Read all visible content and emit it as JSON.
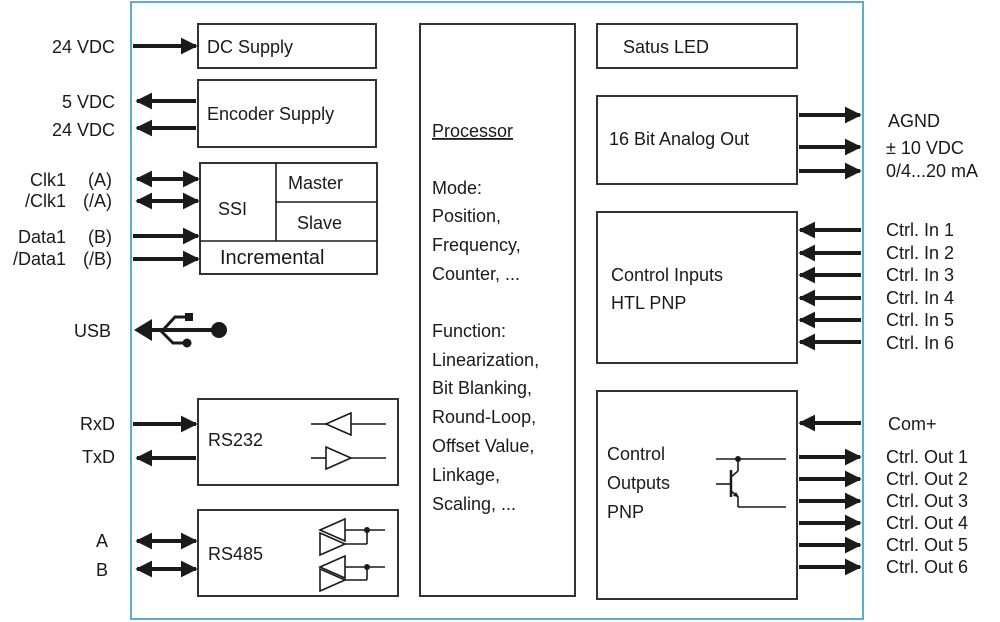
{
  "colors": {
    "frame": "#5aaecc",
    "line": "#1a1a1a",
    "box_border": "#333333"
  },
  "inputs_left": {
    "power_24vdc": "24 VDC",
    "encoder_5vdc": "5 VDC",
    "encoder_24vdc": "24 VDC",
    "clk1": "Clk1",
    "clk1_a": "(A)",
    "nclk1": "/Clk1",
    "nclk1_a": "(/A)",
    "data1": "Data1",
    "data1_b": "(B)",
    "ndata1": "/Data1",
    "ndata1_b": "(/B)",
    "usb": "USB",
    "rxd": "RxD",
    "txd": "TxD",
    "a": "A",
    "b": "B"
  },
  "blocks": {
    "dc_supply": "DC Supply",
    "encoder_supply": "Encoder Supply",
    "ssi": "SSI",
    "master": "Master",
    "slave": "Slave",
    "incremental": "Incremental",
    "rs232": "RS232",
    "rs485": "RS485",
    "processor_title": "Processor",
    "processor_lines": [
      "Mode:",
      "Position,",
      "Frequency,",
      "Counter, ...",
      "",
      "Function:",
      "Linearization,",
      "Bit Blanking,",
      "Round-Loop,",
      "Offset Value,",
      "Linkage,",
      "Scaling, ..."
    ],
    "status_led": "Satus LED",
    "analog_out": "16 Bit Analog Out",
    "control_inputs_1": "Control Inputs",
    "control_inputs_2": "HTL PNP",
    "control_outputs_1": "Control",
    "control_outputs_2": "Outputs",
    "control_outputs_3": "PNP"
  },
  "outputs_right": {
    "agnd": "AGND",
    "v10": "± 10 VDC",
    "ma": "0/4...20 mA",
    "ctrl_in": [
      "Ctrl. In 1",
      "Ctrl. In 2",
      "Ctrl. In 3",
      "Ctrl. In 4",
      "Ctrl. In 5",
      "Ctrl. In 6"
    ],
    "com": "Com+",
    "ctrl_out": [
      "Ctrl. Out 1",
      "Ctrl. Out 2",
      "Ctrl. Out 3",
      "Ctrl. Out 4",
      "Ctrl. Out 5",
      "Ctrl. Out 6"
    ]
  }
}
